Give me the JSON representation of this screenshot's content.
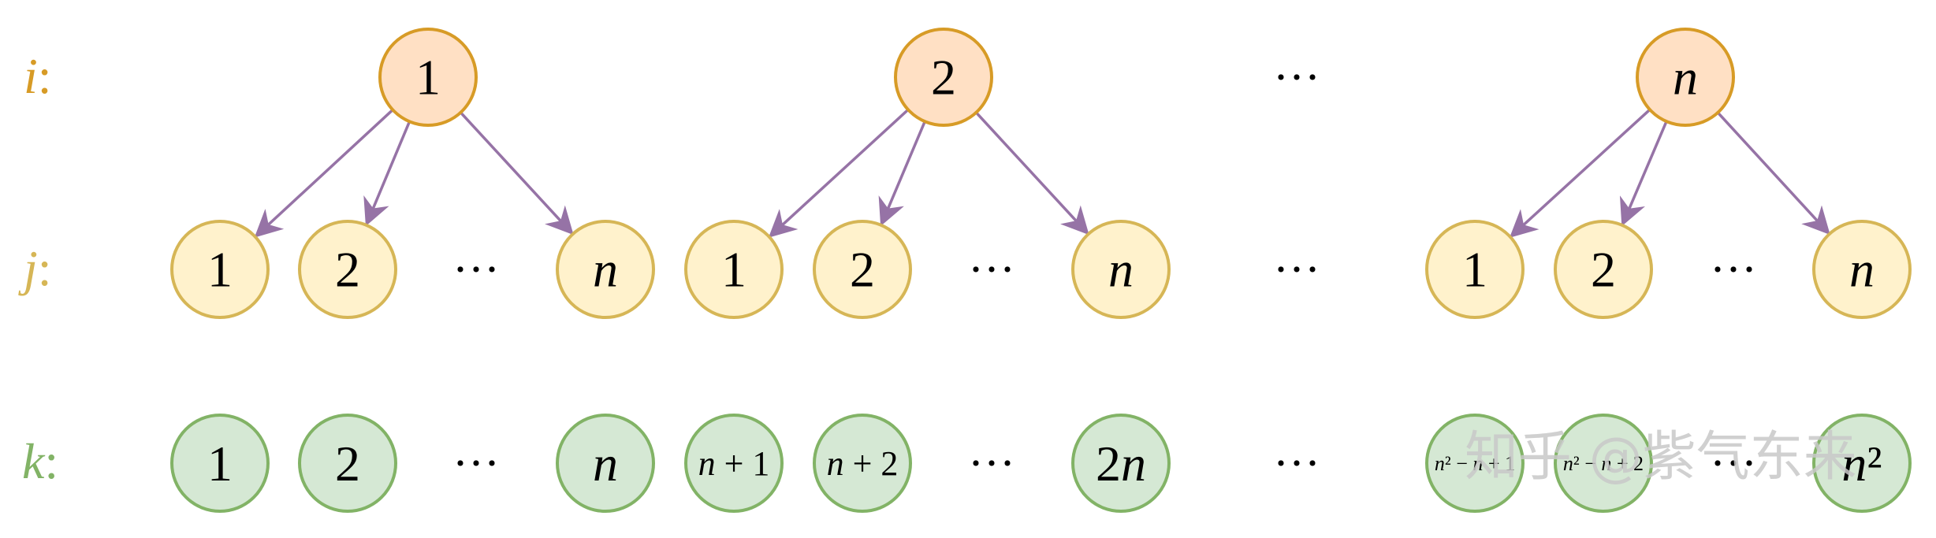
{
  "colors": {
    "i_fill": "#FFE0C4",
    "i_stroke": "#D79B26",
    "j_fill": "#FFF2CC",
    "j_stroke": "#D6B656",
    "k_fill": "#D5E8D4",
    "k_stroke": "#82B366",
    "arrow": "#9673A6",
    "label_i": "#D79B26",
    "label_j": "#D6B656",
    "label_k": "#82B366",
    "text": "#000000",
    "watermark": "#C8C8C8"
  },
  "row_labels": {
    "i": {
      "var": "i",
      "colon": ":"
    },
    "j": {
      "var": "j",
      "colon": ":"
    },
    "k": {
      "var": "k",
      "colon": ":"
    }
  },
  "i_nodes": [
    {
      "label": "1",
      "italic": false
    },
    {
      "label": "2",
      "italic": false
    },
    {
      "label": "n",
      "italic": true
    }
  ],
  "j_groups": [
    {
      "nodes": [
        {
          "label": "1",
          "italic": false
        },
        {
          "label": "2",
          "italic": false
        },
        {
          "label": "n",
          "italic": true
        }
      ]
    },
    {
      "nodes": [
        {
          "label": "1",
          "italic": false
        },
        {
          "label": "2",
          "italic": false
        },
        {
          "label": "n",
          "italic": true
        }
      ]
    },
    {
      "nodes": [
        {
          "label": "1",
          "italic": false
        },
        {
          "label": "2",
          "italic": false
        },
        {
          "label": "n",
          "italic": true
        }
      ]
    }
  ],
  "k_groups": [
    {
      "nodes": [
        {
          "label": "1"
        },
        {
          "label": "2"
        },
        {
          "label": "n"
        }
      ]
    },
    {
      "nodes": [
        {
          "label": "n + 1"
        },
        {
          "label": "n + 2"
        },
        {
          "label": "2n"
        }
      ]
    },
    {
      "nodes": [
        {
          "label": "n² − n + 1"
        },
        {
          "label": "n² − n + 2"
        },
        {
          "label": "n²"
        }
      ]
    }
  ],
  "ellipsis": "···",
  "watermark": "知乎 @紫气东来"
}
